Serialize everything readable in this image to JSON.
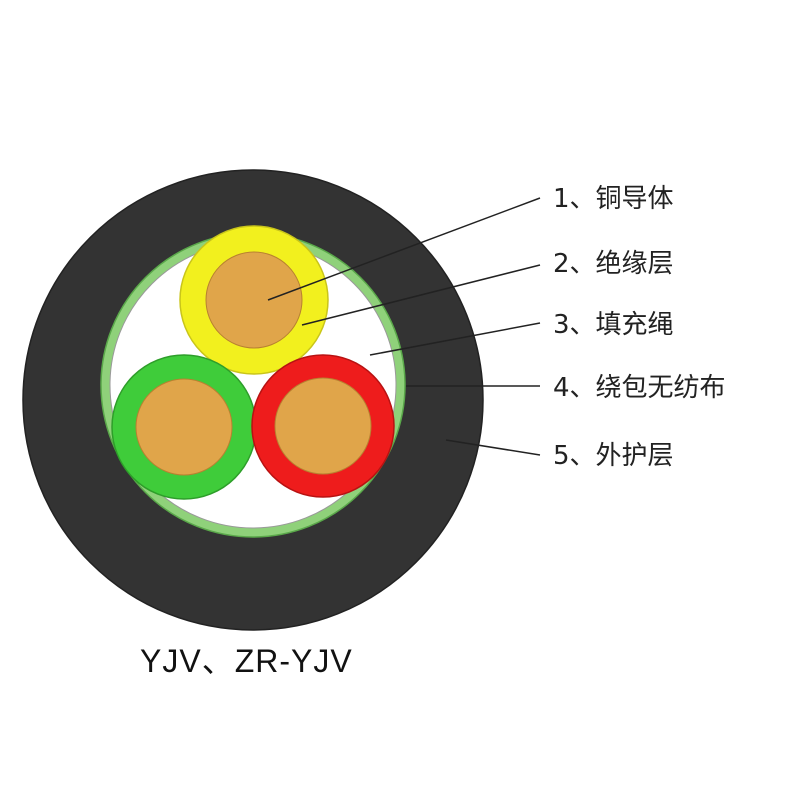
{
  "labels": [
    {
      "number": "1、",
      "text": "铜导体"
    },
    {
      "number": "2、",
      "text": "绝缘层"
    },
    {
      "number": "3、",
      "text": "填充绳"
    },
    {
      "number": "4、",
      "text": "绕包无纺布"
    },
    {
      "number": "5、",
      "text": "外护层"
    }
  ],
  "caption": "YJV、ZR-YJV",
  "colors": {
    "outer_sheath": "#333333",
    "wrap_tape": "#8fd17a",
    "filler": "#ffffff",
    "copper": "#e0a54a",
    "insulation_yellow": "#f2f01e",
    "insulation_green": "#3fcc3a",
    "insulation_red": "#ee1c1c",
    "leader_line": "#222222"
  }
}
